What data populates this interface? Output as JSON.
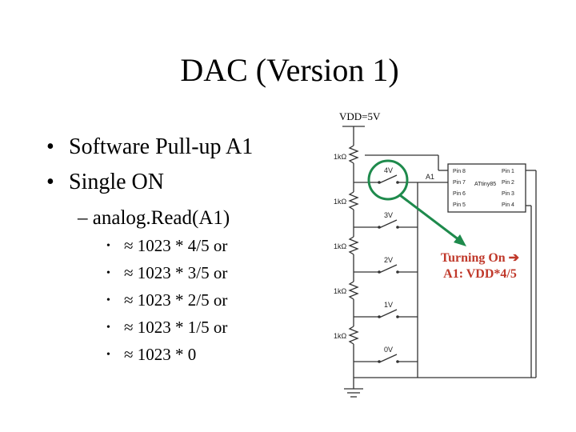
{
  "title": "DAC (Version 1)",
  "vdd_label": "VDD=5V",
  "bullets": [
    "Software Pull-up A1",
    "Single ON"
  ],
  "bullet_symbol": "•",
  "sub_bullet": "– analog.Read(A1)",
  "formulas": [
    "≈ 1023 * 4/5 or",
    "≈ 1023 * 3/5 or",
    "≈ 1023 * 2/5 or",
    "≈ 1023 * 1/5 or",
    "≈ 1023 * 0"
  ],
  "annotation": {
    "line1": "Turning On ➔",
    "line2": "A1: VDD*4/5",
    "color": "#c0392b"
  },
  "highlight_color": "#1e8a4c",
  "circuit": {
    "resistor_label": "1kΩ",
    "switch_labels": [
      "4V",
      "3V",
      "2V",
      "1V",
      "0V"
    ],
    "node_label": "A1",
    "chip_name": "ATtiny85",
    "chip_pins_left": [
      "Pin 8",
      "Pin 7",
      "Pin 6",
      "Pin 5"
    ],
    "chip_pins_right": [
      "Pin 1",
      "Pin 2",
      "Pin 3",
      "Pin 4"
    ]
  }
}
